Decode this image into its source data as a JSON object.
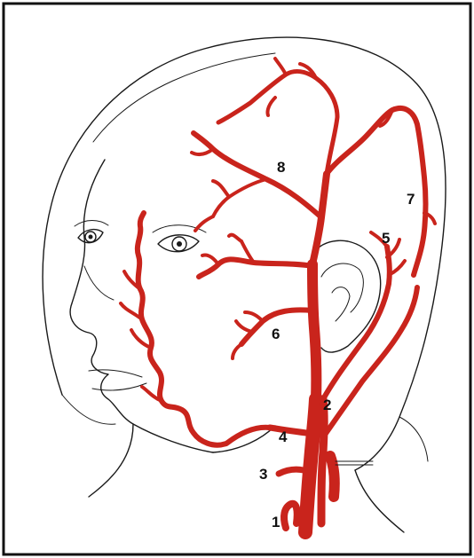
{
  "labels": {
    "n1": "1",
    "n2": "2",
    "n3": "3",
    "n4": "4",
    "n5": "5",
    "n6": "6",
    "n7": "7",
    "n8": "8"
  },
  "colors": {
    "artery": "#c9241c",
    "outline": "#1a1a1a",
    "background": "#ffffff"
  }
}
